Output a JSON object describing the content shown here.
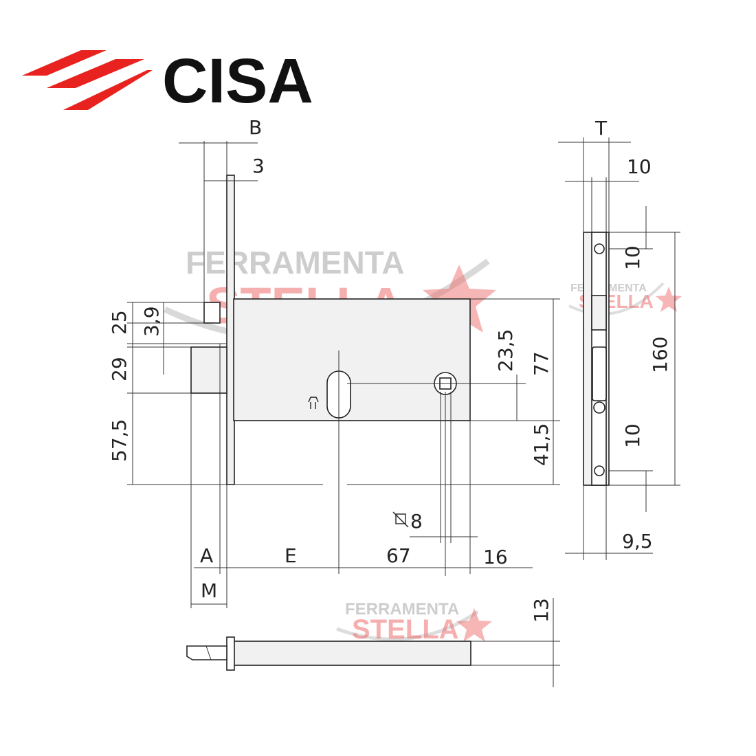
{
  "brand": {
    "name": "CISA",
    "logo_icon": "cisa-stripes-logo",
    "color": "#e8231f"
  },
  "watermark": {
    "line1": "FERRAMENTA",
    "line2": "STELLA",
    "icon": "star-icon",
    "colors": {
      "text1": "#b8b8b8",
      "text2": "#ef6e6e"
    }
  },
  "dimensions": {
    "B": "B",
    "T": "T",
    "A": "A",
    "M": "M",
    "E": "E",
    "d3": "3",
    "d10_top": "10",
    "d10_a": "10",
    "d10_b": "10",
    "d25": "25",
    "d3_9": "3,9",
    "d29": "29",
    "d57_5": "57,5",
    "d23_5": "23,5",
    "d77": "77",
    "d41_5": "41,5",
    "d160": "160",
    "d67": "67",
    "d16": "16",
    "d9_5": "9,5",
    "d13": "13",
    "square": "8",
    "square_icon": "square-spindle-icon"
  }
}
